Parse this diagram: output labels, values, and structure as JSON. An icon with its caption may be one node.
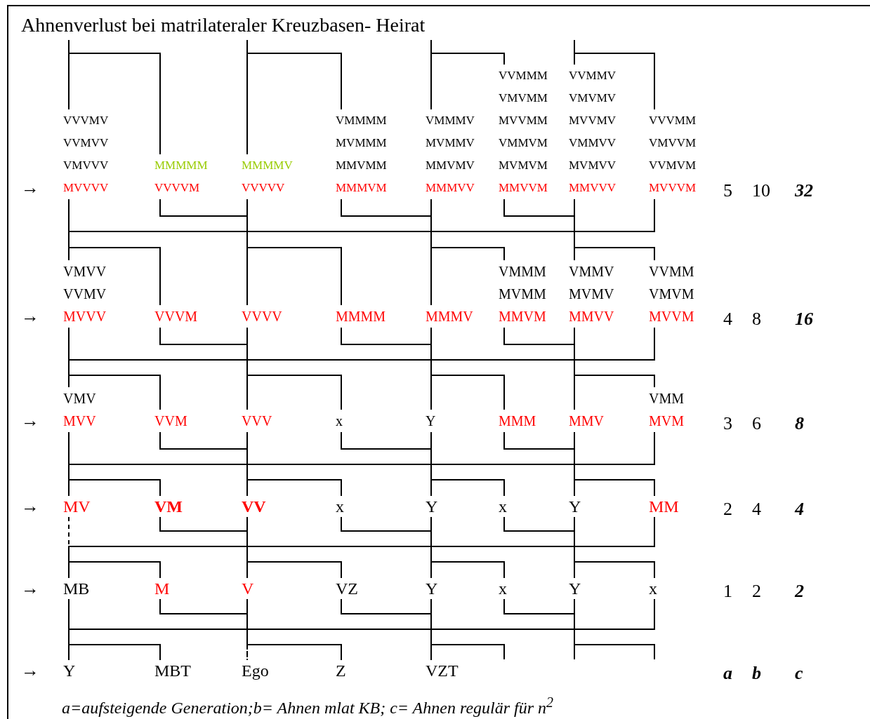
{
  "diagram": {
    "title": "Ahnenverlust bei matrilateraler Kreuzbasen- Heirat",
    "caption": "a=aufsteigende Generation;b= Ahnen mlat KB; c= Ahnen regulär für n$^{2}$",
    "nodes": [
      {
        "text": [
          "VVVMV",
          "VVMVV",
          "VMVVV",
          "MVVVV"
        ]
      },
      {
        "text": [
          "MMMMM",
          "VVVVM"
        ]
      },
      {
        "text": [
          "MMMMV",
          "VVVVV"
        ]
      },
      {
        "text": [
          "VMMMM",
          "MVMMM",
          "MMVMM",
          "MMMVM"
        ]
      },
      {
        "text": [
          "VMMMV",
          "MVMMV",
          "MMVMV",
          "MMMVV"
        ]
      },
      {
        "text": [
          "VVMMM",
          "VMVMM",
          "MVVMM",
          "VMMVM",
          "MVMVM",
          "MMVVM"
        ]
      },
      {
        "text": [
          "VVMMV",
          "VMVMV",
          "MVVMV",
          "VMMVV",
          "MVMVV",
          "MMVVV"
        ]
      },
      {
        "text": [
          "VVVMM",
          "VMVVM",
          "VVMVM",
          "MVVVM"
        ]
      },
      {
        "text": [
          "VMVV",
          "VVMV",
          "MVVV"
        ]
      },
      {
        "text": [
          "VVVM"
        ]
      },
      {
        "text": [
          "VVVV"
        ]
      },
      {
        "text": [
          "MMMM"
        ]
      },
      {
        "text": [
          "MMMV"
        ]
      },
      {
        "text": [
          "VMMM",
          "MVMM",
          "MMVM"
        ]
      },
      {
        "text": [
          "VMMV",
          "MVMV",
          "MMVV"
        ]
      },
      {
        "text": [
          "VVMM",
          "VMVM",
          "MVVM"
        ]
      },
      {
        "text": [
          "VMV",
          "MVV"
        ]
      },
      {
        "text": [
          "VVM"
        ]
      },
      {
        "text": [
          "VVV"
        ]
      },
      {
        "text": [
          "x"
        ]
      },
      {
        "text": [
          "Y"
        ]
      },
      {
        "text": [
          "MMM"
        ]
      },
      {
        "text": [
          "MMV"
        ]
      },
      {
        "text": [
          "VMM",
          "MVM"
        ]
      },
      {
        "text": [
          "MV"
        ]
      },
      {
        "text": [
          "VM"
        ]
      },
      {
        "text": [
          "VV"
        ]
      },
      {
        "text": [
          "x"
        ]
      },
      {
        "text": [
          "Y"
        ]
      },
      {
        "text": [
          "x"
        ]
      },
      {
        "text": [
          "Y"
        ]
      },
      {
        "text": [
          "MM"
        ]
      },
      {
        "text": [
          "MB"
        ]
      },
      {
        "text": [
          "M"
        ]
      },
      {
        "text": [
          "V"
        ]
      },
      {
        "text": [
          "VZ"
        ]
      },
      {
        "text": [
          "Y"
        ]
      },
      {
        "text": [
          "x"
        ]
      },
      {
        "text": [
          "Y"
        ]
      },
      {
        "text": [
          "x"
        ]
      },
      {
        "text": [
          "Y"
        ]
      },
      {
        "text": [
          "MBT"
        ]
      },
      {
        "text": [
          "Ego"
        ]
      },
      {
        "text": [
          "Z"
        ]
      },
      {
        "text": [
          "VZT"
        ]
      }
    ],
    "edges": [
      {
        "from": null,
        "to": 0,
        "arrow": "none"
      },
      {
        "from": null,
        "to": 1,
        "arrow": "none"
      },
      {
        "from": null,
        "to": 2,
        "arrow": "none"
      },
      {
        "from": null,
        "to": 3,
        "arrow": "none"
      },
      {
        "from": null,
        "to": 4,
        "arrow": "none"
      },
      {
        "from": null,
        "to": 5,
        "arrow": "none"
      },
      {
        "from": null,
        "to": 6,
        "arrow": "none"
      },
      {
        "from": null,
        "to": 7,
        "arrow": "none"
      },
      {
        "from": 0,
        "to": 8,
        "arrow": "none"
      },
      {
        "from": 0,
        "to": 9,
        "arrow": "none"
      },
      {
        "from": 7,
        "to": 8,
        "arrow": "none"
      },
      {
        "from": 7,
        "to": 9,
        "arrow": "none"
      },
      {
        "from": 1,
        "to": 10,
        "arrow": "none"
      },
      {
        "from": 1,
        "to": 11,
        "arrow": "none"
      },
      {
        "from": 2,
        "to": 10,
        "arrow": "none"
      },
      {
        "from": 2,
        "to": 11,
        "arrow": "none"
      },
      {
        "from": 3,
        "to": 12,
        "arrow": "none"
      },
      {
        "from": 3,
        "to": 13,
        "arrow": "none"
      },
      {
        "from": 4,
        "to": 12,
        "arrow": "none"
      },
      {
        "from": 4,
        "to": 13,
        "arrow": "none"
      },
      {
        "from": 5,
        "to": 14,
        "arrow": "none"
      },
      {
        "from": 5,
        "to": 15,
        "arrow": "none"
      },
      {
        "from": 6,
        "to": 14,
        "arrow": "none"
      },
      {
        "from": 6,
        "to": 15,
        "arrow": "none"
      },
      {
        "from": 8,
        "to": 16,
        "arrow": "none"
      },
      {
        "from": 8,
        "to": 17,
        "arrow": "none"
      },
      {
        "from": 15,
        "to": 16,
        "arrow": "none"
      },
      {
        "from": 15,
        "to": 17,
        "arrow": "none"
      },
      {
        "from": 9,
        "to": 18,
        "arrow": "none"
      },
      {
        "from": 9,
        "to": 19,
        "arrow": "none"
      },
      {
        "from": 10,
        "to": 18,
        "arrow": "none"
      },
      {
        "from": 10,
        "to": 19,
        "arrow": "none"
      },
      {
        "from": 11,
        "to": 20,
        "arrow": "none"
      },
      {
        "from": 11,
        "to": 21,
        "arrow": "none"
      },
      {
        "from": 12,
        "to": 20,
        "arrow": "none"
      },
      {
        "from": 12,
        "to": 21,
        "arrow": "none"
      },
      {
        "from": 13,
        "to": 22,
        "arrow": "none"
      },
      {
        "from": 13,
        "to": 23,
        "arrow": "none"
      },
      {
        "from": 14,
        "to": 22,
        "arrow": "none"
      },
      {
        "from": 14,
        "to": 23,
        "arrow": "none"
      },
      {
        "from": 16,
        "to": 24,
        "arrow": "none"
      },
      {
        "from": 16,
        "to": 25,
        "arrow": "none"
      },
      {
        "from": 23,
        "to": 24,
        "arrow": "none"
      },
      {
        "from": 23,
        "to": 25,
        "arrow": "none"
      },
      {
        "from": 17,
        "to": 26,
        "arrow": "none"
      },
      {
        "from": 17,
        "to": 27,
        "arrow": "none"
      },
      {
        "from": 18,
        "to": 26,
        "arrow": "none"
      },
      {
        "from": 18,
        "to": 27,
        "arrow": "none"
      },
      {
        "from": 19,
        "to": 28,
        "arrow": "none"
      },
      {
        "from": 19,
        "to": 29,
        "arrow": "none"
      },
      {
        "from": 20,
        "to": 28,
        "arrow": "none"
      },
      {
        "from": 20,
        "to": 29,
        "arrow": "none"
      },
      {
        "from": 21,
        "to": 30,
        "arrow": "none"
      },
      {
        "from": 21,
        "to": 31,
        "arrow": "none"
      },
      {
        "from": 22,
        "to": 30,
        "arrow": "none"
      },
      {
        "from": 22,
        "to": 31,
        "arrow": "none"
      },
      {
        "from": 24,
        "to": 32,
        "arrow": "none",
        "style": "dashed"
      },
      {
        "from": 24,
        "to": 33,
        "arrow": "none",
        "style": "dashed"
      },
      {
        "from": 31,
        "to": 32,
        "arrow": "none"
      },
      {
        "from": 31,
        "to": 33,
        "arrow": "none"
      },
      {
        "from": 25,
        "to": 34,
        "arrow": "none"
      },
      {
        "from": 25,
        "to": 35,
        "arrow": "none"
      },
      {
        "from": 26,
        "to": 34,
        "arrow": "none"
      },
      {
        "from": 26,
        "to": 35,
        "arrow": "none"
      },
      {
        "from": 27,
        "to": 36,
        "arrow": "none"
      },
      {
        "from": 27,
        "to": 37,
        "arrow": "none"
      },
      {
        "from": 28,
        "to": 36,
        "arrow": "none"
      },
      {
        "from": 28,
        "to": 37,
        "arrow": "none"
      },
      {
        "from": 29,
        "to": 38,
        "arrow": "none"
      },
      {
        "from": 29,
        "to": 39,
        "arrow": "none"
      },
      {
        "from": 30,
        "to": 38,
        "arrow": "none"
      },
      {
        "from": 30,
        "to": 39,
        "arrow": "none"
      },
      {
        "from": 32,
        "to": 40,
        "arrow": "none"
      },
      {
        "from": 32,
        "to": 41,
        "arrow": "none"
      },
      {
        "from": 39,
        "to": 40,
        "arrow": "none"
      },
      {
        "from": 39,
        "to": 41,
        "arrow": "none"
      },
      {
        "from": 33,
        "to": 42,
        "arrow": "none",
        "style": "dashed"
      },
      {
        "from": 33,
        "to": 43,
        "arrow": "none"
      },
      {
        "from": 34,
        "to": 42,
        "arrow": "none",
        "style": "dashed"
      },
      {
        "from": 34,
        "to": 43,
        "arrow": "none"
      },
      {
        "from": 35,
        "to": 44,
        "arrow": "none"
      },
      {
        "from": 35,
        "to": null,
        "arrow": "none"
      },
      {
        "from": 36,
        "to": 44,
        "arrow": "none"
      },
      {
        "from": 36,
        "to": null,
        "arrow": "none"
      },
      {
        "from": 37,
        "to": null,
        "arrow": "none"
      },
      {
        "from": 37,
        "to": null,
        "arrow": "none"
      },
      {
        "from": 38,
        "to": null,
        "arrow": "none"
      },
      {
        "from": 38,
        "to": null,
        "arrow": "none"
      }
    ],
    "labels": [
      "→",
      "5",
      "10",
      "32",
      "→",
      "4",
      "8",
      "16",
      "→",
      "3",
      "6",
      "8",
      "→",
      "2",
      "4",
      "4",
      "→",
      "1",
      "2",
      "2",
      "→",
      "a",
      "b",
      "c"
    ]
  }
}
